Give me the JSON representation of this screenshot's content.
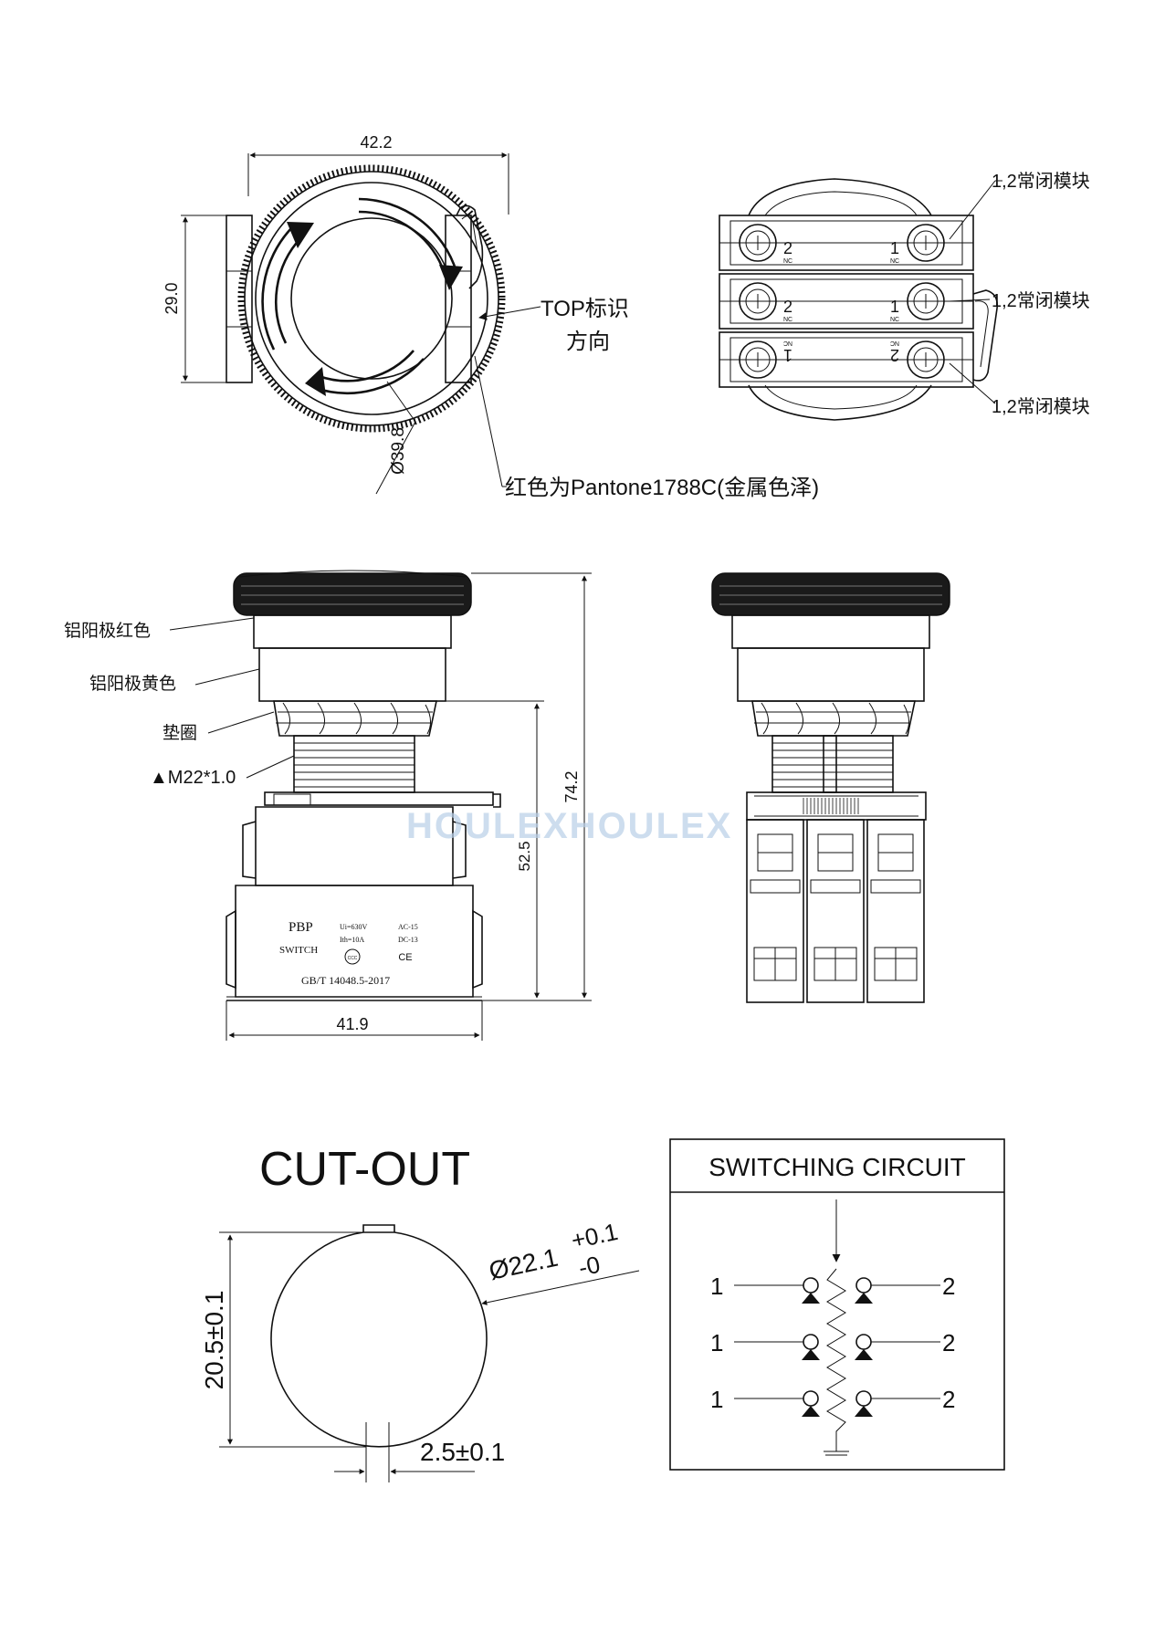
{
  "top_view": {
    "width_dim": "42.2",
    "height_dim": "29.0",
    "diameter_dim": "Ø39.8",
    "top_mark_line1": "TOP标识",
    "top_mark_line2": "方向",
    "color_note": "红色为Pantone1788C(金属色泽)"
  },
  "rear_view": {
    "module_labels": [
      "1,2常闭模块",
      "1,2常闭模块",
      "1,2常闭模块"
    ],
    "terminal_left": "2",
    "terminal_right": "1",
    "terminal_tag": "NC"
  },
  "side_view": {
    "labels": [
      "铝阳极红色",
      "铝阳极黄色",
      "垫圈",
      "▲M22*1.0"
    ],
    "height_total": "74.2",
    "height_body": "52.5",
    "width_dim": "41.9",
    "label_brand": "PBP",
    "label_switch": "SWITCH",
    "label_ui": "Ui=630V",
    "label_ith": "Ith=10A",
    "label_ac": "AC-15",
    "label_dc": "DC-13",
    "label_std": "GB/T 14048.5-2017",
    "ccc": "CCC",
    "ce": "CE"
  },
  "watermark": "HOULEXHOULEX",
  "cutout": {
    "title": "CUT-OUT",
    "diameter": "Ø22.1",
    "tol_plus": "+0.1",
    "tol_minus": "-0",
    "height": "20.5±0.1",
    "slot": "2.5±0.1"
  },
  "circuit": {
    "title": "SWITCHING CIRCUIT",
    "left_terminals": [
      "1",
      "1",
      "1"
    ],
    "right_terminals": [
      "2",
      "2",
      "2"
    ]
  }
}
